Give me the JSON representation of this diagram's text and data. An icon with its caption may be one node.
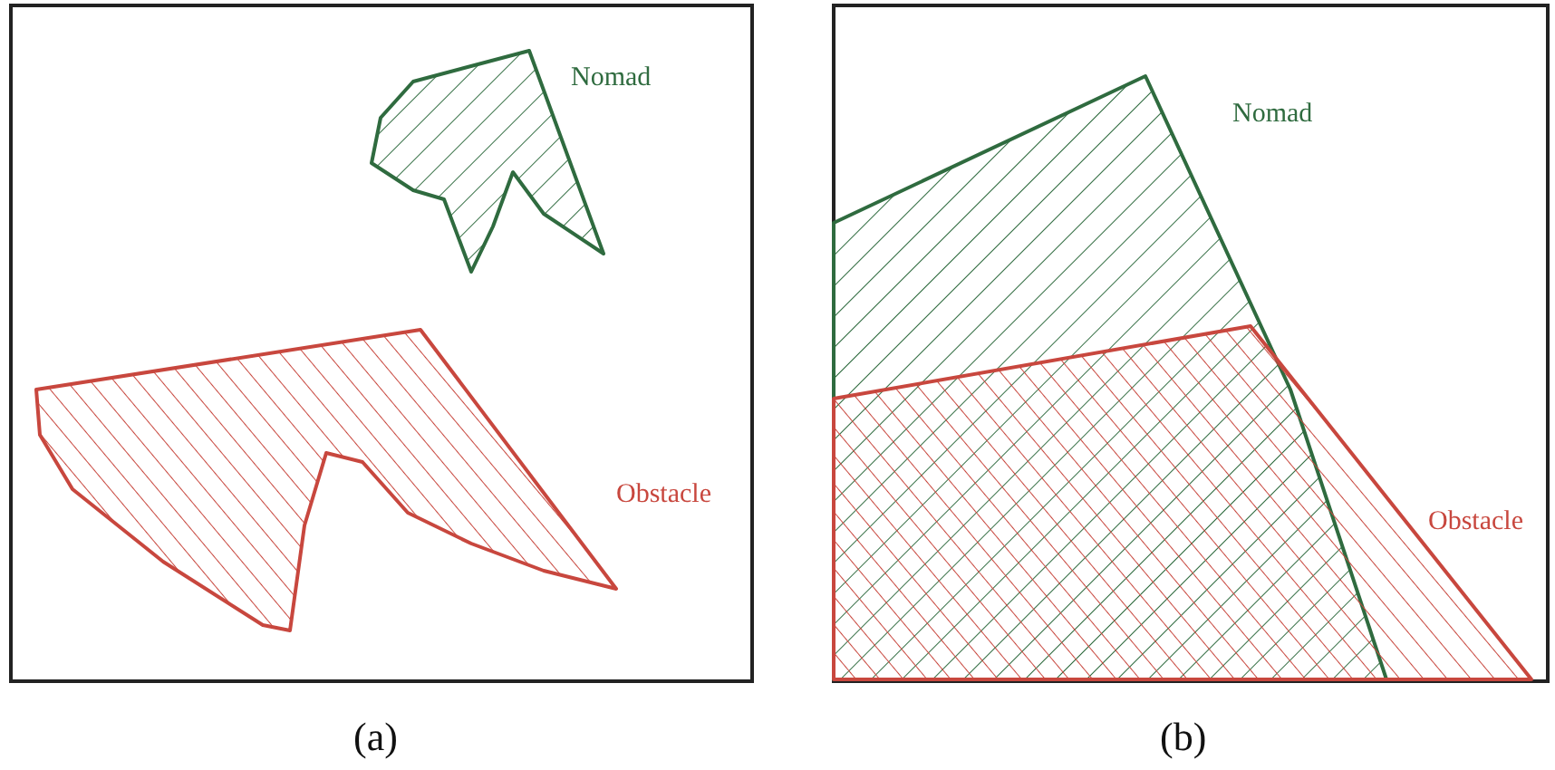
{
  "diagram": {
    "labels": [
      "Nomad",
      "Obstacle",
      "(a)",
      "Nomad",
      "Obstacle",
      "(b)"
    ]
  }
}
